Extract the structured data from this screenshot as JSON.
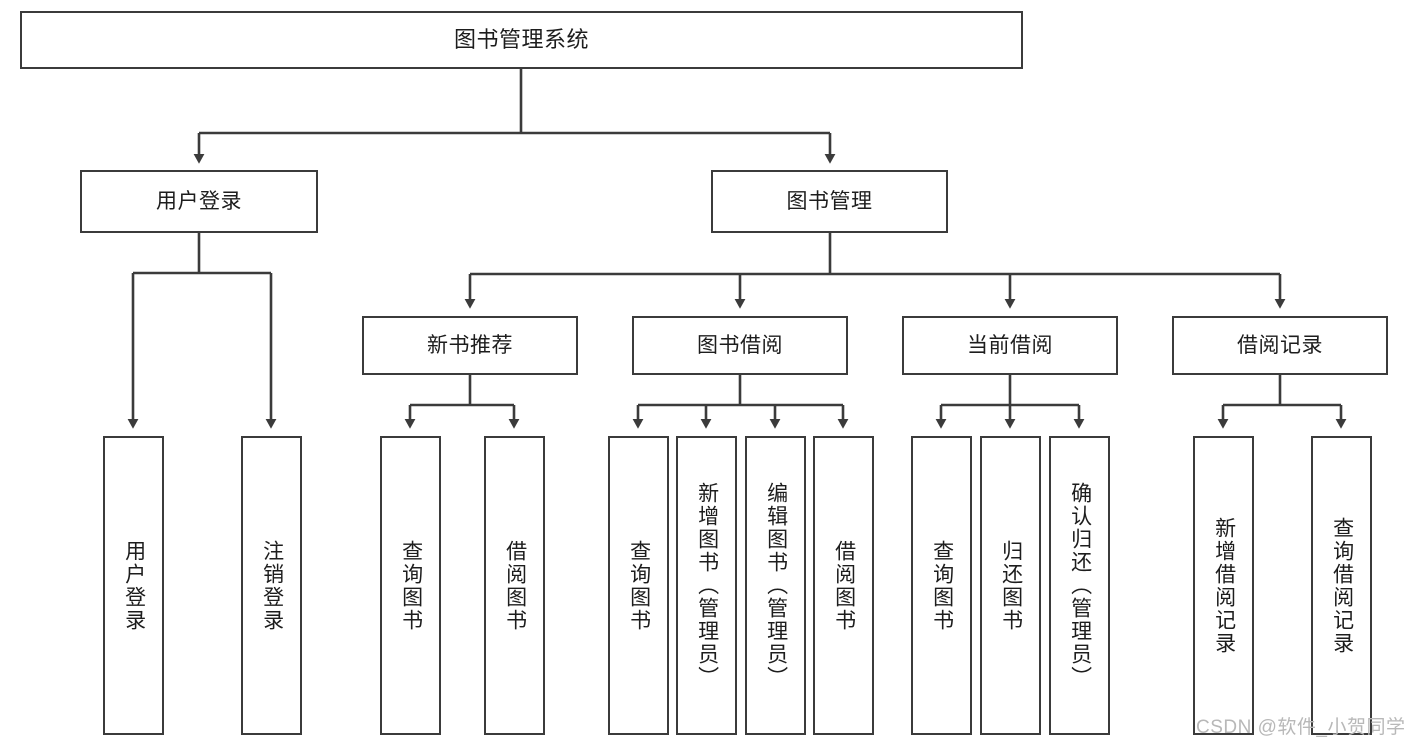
{
  "diagram": {
    "title": "图书管理系统",
    "type": "tree-hierarchy",
    "root": {
      "label": "图书管理系统"
    },
    "level2": [
      {
        "label": "用户登录"
      },
      {
        "label": "图书管理"
      }
    ],
    "level3": [
      {
        "label": "新书推荐",
        "parent": "图书管理"
      },
      {
        "label": "图书借阅",
        "parent": "图书管理"
      },
      {
        "label": "当前借阅",
        "parent": "图书管理"
      },
      {
        "label": "借阅记录",
        "parent": "图书管理"
      }
    ],
    "leaves": {
      "user_login": [
        {
          "label": "用户登录"
        },
        {
          "label": "注销登录"
        }
      ],
      "new_book_recommend": [
        {
          "label": "查询图书"
        },
        {
          "label": "借阅图书"
        }
      ],
      "book_borrow": [
        {
          "label": "查询图书"
        },
        {
          "label": "新增图书（管理员）"
        },
        {
          "label": "编辑图书（管理员）"
        },
        {
          "label": "借阅图书"
        }
      ],
      "current_borrow": [
        {
          "label": "查询图书"
        },
        {
          "label": "归还图书"
        },
        {
          "label": "确认归还（管理员）"
        }
      ],
      "borrow_record": [
        {
          "label": "新增借阅记录"
        },
        {
          "label": "查询借阅记录"
        }
      ]
    }
  },
  "watermark": {
    "text": "CSDN @软件_小贺同学"
  },
  "colors": {
    "stroke": "#3b3b3b",
    "background": "#ffffff",
    "text": "#1d1d1d",
    "watermark": "#b8b8b8"
  }
}
